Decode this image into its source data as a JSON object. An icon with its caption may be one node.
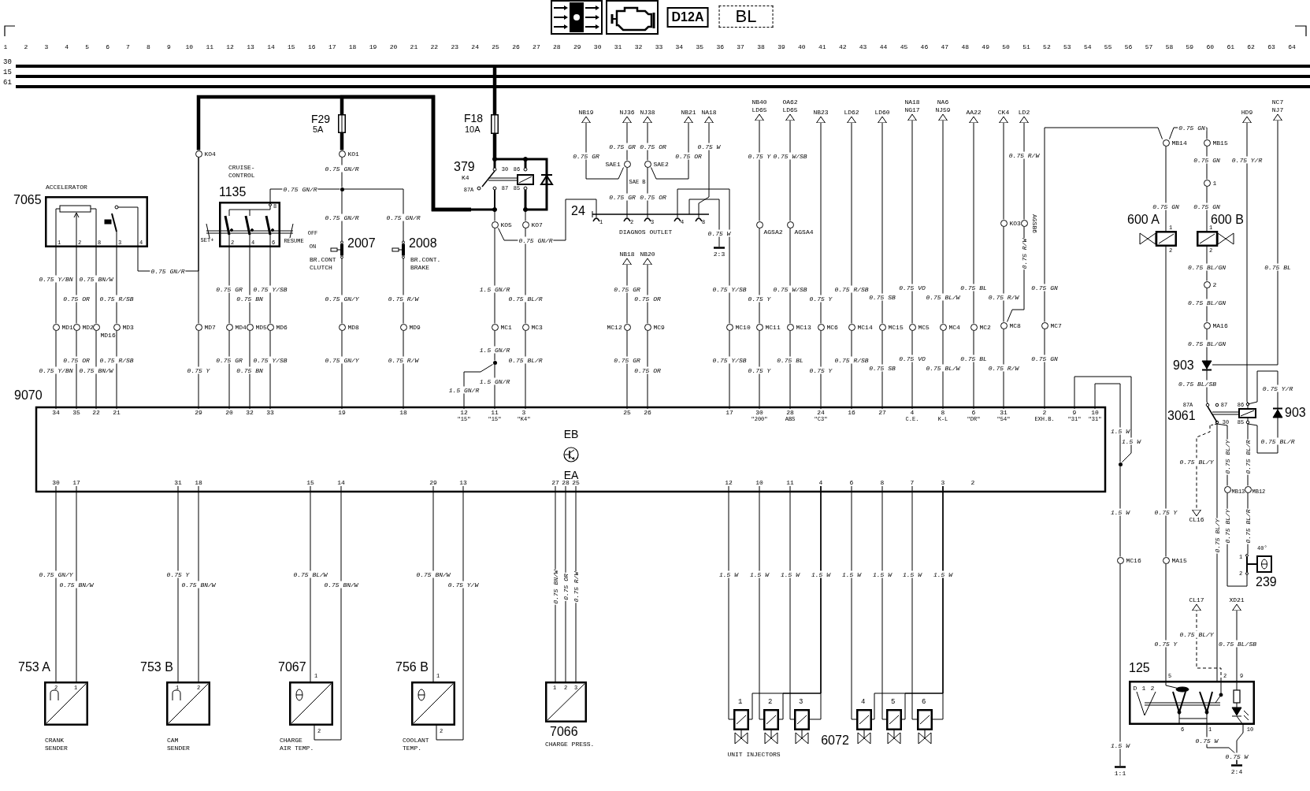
{
  "diagram": {
    "nodes": [
      {
        "text": [
          "30"
        ]
      },
      {
        "text": [
          "15"
        ]
      },
      {
        "text": [
          "61"
        ]
      },
      {
        "text": [
          "7065",
          "ACCELERATOR"
        ]
      },
      {
        "text": [
          "CRUISE-CONTROL",
          "1135"
        ]
      },
      {
        "text": [
          "F29",
          "5A"
        ]
      },
      {
        "text": [
          "KO4"
        ]
      },
      {
        "text": [
          "KO1"
        ]
      },
      {
        "text": [],
        "shape": "circle"
      },
      {
        "text": [
          "2007",
          "BR.CONT CLUTCH"
        ]
      },
      {
        "text": [
          "2008",
          "BR.CONT. BRAKE"
        ]
      },
      {
        "text": [
          "F18",
          "10A"
        ]
      },
      {
        "text": [
          "379",
          "K4"
        ]
      },
      {
        "text": [
          "KO5"
        ]
      },
      {
        "text": [
          "KO7"
        ]
      },
      {
        "text": [
          "NB19"
        ]
      },
      {
        "text": [
          "NJ36"
        ]
      },
      {
        "text": [
          "NJ38"
        ]
      },
      {
        "text": [
          "NB21"
        ]
      },
      {
        "text": [
          "NA18"
        ]
      },
      {
        "text": [
          "SAE1"
        ]
      },
      {
        "text": [
          "SAE2"
        ]
      },
      {
        "text": [
          "24",
          "DIAGNOS OUTLET"
        ]
      },
      {
        "text": [
          "2:3"
        ]
      },
      {
        "text": [
          "NB18"
        ]
      },
      {
        "text": [
          "NB20"
        ]
      },
      {
        "text": [
          "NB40",
          "LD65"
        ]
      },
      {
        "text": [
          "OA62",
          "LD65"
        ]
      },
      {
        "text": [
          "NB23"
        ]
      },
      {
        "text": [
          "LD62"
        ]
      },
      {
        "text": [
          "LD60"
        ]
      },
      {
        "text": [
          "NA18",
          "NG17"
        ]
      },
      {
        "text": [
          "NA6",
          "NJ59"
        ]
      },
      {
        "text": [
          "AA22"
        ]
      },
      {
        "text": [
          "CK4"
        ]
      },
      {
        "text": [
          "LD2"
        ]
      },
      {
        "text": [
          "AGSA2"
        ]
      },
      {
        "text": [
          "AGSA4"
        ]
      },
      {
        "text": [
          "KO3"
        ]
      },
      {
        "text": [
          "AGSB6"
        ]
      },
      {
        "text": [
          "MB14"
        ]
      },
      {
        "text": [
          "MB15"
        ]
      },
      {
        "text": [
          "1"
        ]
      },
      {
        "text": [
          "600 A"
        ]
      },
      {
        "text": [
          "600 B"
        ]
      },
      {
        "text": [
          "2"
        ]
      },
      {
        "text": [
          "MA16"
        ]
      },
      {
        "text": [
          "903"
        ]
      },
      {
        "text": [
          "HD9"
        ]
      },
      {
        "text": [
          "NC7",
          "NJ7"
        ]
      },
      {
        "text": [
          "3061"
        ]
      },
      {
        "text": [
          "903"
        ]
      },
      {
        "text": [
          "MD1"
        ]
      },
      {
        "text": [
          "MD2"
        ]
      },
      {
        "text": [
          "MD16"
        ]
      },
      {
        "text": [
          "MD3"
        ]
      },
      {
        "text": [
          "MD7"
        ]
      },
      {
        "text": [
          "MD4"
        ]
      },
      {
        "text": [
          "MD5"
        ]
      },
      {
        "text": [
          "MD6"
        ]
      },
      {
        "text": [
          "MD8"
        ]
      },
      {
        "text": [
          "MD9"
        ]
      },
      {
        "text": [
          "MC1"
        ]
      },
      {
        "text": [],
        "shape": "circle"
      },
      {
        "text": [
          "MC3"
        ]
      },
      {
        "text": [
          "MC12"
        ]
      },
      {
        "text": [
          "MC9"
        ]
      },
      {
        "text": [
          "MC10"
        ]
      },
      {
        "text": [
          "MC11"
        ]
      },
      {
        "text": [
          "MC13"
        ]
      },
      {
        "text": [
          "MC6"
        ]
      },
      {
        "text": [
          "MC14"
        ]
      },
      {
        "text": [
          "MC15"
        ]
      },
      {
        "text": [
          "MC5"
        ]
      },
      {
        "text": [
          "MC4"
        ]
      },
      {
        "text": [
          "MC2"
        ]
      },
      {
        "text": [
          "MC8"
        ]
      },
      {
        "text": [
          "MC7"
        ]
      },
      {
        "text": [
          "9070"
        ]
      },
      {
        "text": [
          "34"
        ],
        "in": 78
      },
      {
        "text": [
          "35"
        ],
        "in": 78
      },
      {
        "text": [
          "22"
        ],
        "in": 78
      },
      {
        "text": [
          "21"
        ],
        "in": 78
      },
      {
        "text": [
          "29"
        ],
        "in": 78
      },
      {
        "text": [
          "20"
        ],
        "in": 78
      },
      {
        "text": [
          "32"
        ],
        "in": 78
      },
      {
        "text": [
          "33"
        ],
        "in": 78
      },
      {
        "text": [
          "19"
        ],
        "in": 78
      },
      {
        "text": [
          "18"
        ],
        "in": 78
      },
      {
        "text": [
          "12",
          "\"15\""
        ],
        "in": 78
      },
      {
        "text": [
          "11",
          "\"15\""
        ],
        "in": 78
      },
      {
        "text": [
          "3",
          "\"K4\""
        ],
        "in": 78
      },
      {
        "text": [
          "25"
        ],
        "in": 78
      },
      {
        "text": [
          "26"
        ],
        "in": 78
      },
      {
        "text": [
          "17"
        ],
        "in": 78
      },
      {
        "text": [
          "30",
          "\"200\""
        ],
        "in": 78
      },
      {
        "text": [
          "28",
          "ABS"
        ],
        "in": 78
      },
      {
        "text": [
          "24",
          "\"C3\""
        ],
        "in": 78
      },
      {
        "text": [
          "16"
        ],
        "in": 78
      },
      {
        "text": [
          "27"
        ],
        "in": 78
      },
      {
        "text": [
          "4",
          "C.E."
        ],
        "in": 78
      },
      {
        "text": [
          "8",
          "K-L"
        ],
        "in": 78
      },
      {
        "text": [
          "6",
          "\"DR\""
        ],
        "in": 78
      },
      {
        "text": [
          "31",
          "\"54\""
        ],
        "in": 78
      },
      {
        "text": [
          "2",
          "EXH.B."
        ],
        "in": 78
      },
      {
        "text": [
          "9",
          "\"31\""
        ],
        "in": 78
      },
      {
        "text": [
          "10",
          "\"31\""
        ],
        "in": 78
      },
      {
        "text": [
          "30"
        ],
        "in": 78
      },
      {
        "text": [
          "17"
        ],
        "in": 78
      },
      {
        "text": [
          "31"
        ],
        "in": 78
      },
      {
        "text": [
          "18"
        ],
        "in": 78
      },
      {
        "text": [
          "15"
        ],
        "in": 78
      },
      {
        "text": [
          "14"
        ],
        "in": 78
      },
      {
        "text": [
          "29"
        ],
        "in": 78
      },
      {
        "text": [
          "13"
        ],
        "in": 78
      },
      {
        "text": [
          "27"
        ],
        "in": 78
      },
      {
        "text": [
          "28"
        ],
        "in": 78
      },
      {
        "text": [
          "25"
        ],
        "in": 78
      },
      {
        "text": [
          "12"
        ],
        "in": 78
      },
      {
        "text": [
          "10"
        ],
        "in": 78
      },
      {
        "text": [
          "11"
        ],
        "in": 78
      },
      {
        "text": [
          "4"
        ],
        "in": 78
      },
      {
        "text": [
          "6"
        ],
        "in": 78
      },
      {
        "text": [
          "8"
        ],
        "in": 78
      },
      {
        "text": [
          "7"
        ],
        "in": 78
      },
      {
        "text": [
          "3"
        ],
        "in": 78
      },
      {
        "text": [
          "2"
        ],
        "in": 78
      },
      {
        "text": [],
        "shape": "circle"
      },
      {
        "text": [
          "MC16"
        ]
      },
      {
        "text": [
          "1:1"
        ]
      },
      {
        "text": [
          "MB13"
        ]
      },
      {
        "text": [
          "MB12"
        ]
      },
      {
        "text": [
          "CL16"
        ]
      },
      {
        "text": [
          "40°",
          "239"
        ]
      },
      {
        "text": [
          "MA15"
        ]
      },
      {
        "text": [
          "CL17"
        ]
      },
      {
        "text": [
          "XD21"
        ]
      },
      {
        "text": [
          "125"
        ]
      },
      {
        "text": [
          "2:4"
        ]
      },
      {
        "text": [
          "753 A",
          "CRANK SENDER"
        ]
      },
      {
        "text": [
          "753 B",
          "CAM SENDER"
        ]
      },
      {
        "text": [
          "7067",
          "CHARGE AIR TEMP."
        ]
      },
      {
        "text": [
          "756 B",
          "COOLANT TEMP."
        ]
      },
      {
        "text": [
          "7066",
          "CHARGE PRESS."
        ]
      },
      {
        "text": [
          "1"
        ]
      },
      {
        "text": [
          "2"
        ]
      },
      {
        "text": [
          "3"
        ]
      },
      {
        "text": [
          "4"
        ]
      },
      {
        "text": [
          "5"
        ]
      },
      {
        "text": [
          "6"
        ]
      }
    ],
    "edges": [
      {
        "from": 0,
        "to": 11,
        "arrow": "none",
        "style": "thick"
      },
      {
        "from": 11,
        "to": 12,
        "arrow": "none",
        "style": "thick"
      },
      {
        "from": 12,
        "to": 6,
        "arrow": "none",
        "style": "thick"
      },
      {
        "from": 12,
        "to": 5,
        "arrow": "none",
        "style": "thick"
      },
      {
        "from": 5,
        "to": 7,
        "arrow": "none",
        "style": "thick"
      },
      {
        "from": 7,
        "to": 8,
        "arrow": "none",
        "label": "0.75 GN/R"
      },
      {
        "from": 8,
        "to": 4,
        "arrow": "none",
        "label": "0.75 GN/R"
      },
      {
        "from": 8,
        "to": 9,
        "arrow": "none",
        "label": "0.75 GN/R"
      },
      {
        "from": 8,
        "to": 10,
        "arrow": "none",
        "label": "0.75 GN/R"
      },
      {
        "from": 3,
        "to": 6,
        "arrow": "none",
        "label": "0.75 GN/R"
      },
      {
        "from": 3,
        "to": 52,
        "arrow": "none",
        "label": "0.75 Y/BN"
      },
      {
        "from": 3,
        "to": 53,
        "arrow": "none",
        "label": "0.75 OR"
      },
      {
        "from": 3,
        "to": 54,
        "arrow": "none",
        "label": "0.75 BN/W"
      },
      {
        "from": 3,
        "to": 55,
        "arrow": "none",
        "label": "0.75 R/SB"
      },
      {
        "from": 6,
        "to": 56,
        "arrow": "none"
      },
      {
        "from": 4,
        "to": 57,
        "arrow": "none",
        "label": "0.75 GR"
      },
      {
        "from": 4,
        "to": 58,
        "arrow": "none",
        "label": "0.75 BN"
      },
      {
        "from": 4,
        "to": 59,
        "arrow": "none",
        "label": "0.75 Y/SB"
      },
      {
        "from": 9,
        "to": 60,
        "arrow": "none",
        "label": "0.75 GN/Y"
      },
      {
        "from": 10,
        "to": 61,
        "arrow": "none",
        "label": "0.75 R/W"
      },
      {
        "from": 52,
        "to": 79,
        "arrow": "none",
        "label": "0.75 Y/BN"
      },
      {
        "from": 53,
        "to": 80,
        "arrow": "none",
        "label": "0.75 OR"
      },
      {
        "from": 54,
        "to": 81,
        "arrow": "none",
        "label": "0.75 BN/W"
      },
      {
        "from": 55,
        "to": 82,
        "arrow": "none",
        "label": "0.75 R/SB"
      },
      {
        "from": 56,
        "to": 83,
        "arrow": "none",
        "label": "0.75 Y"
      },
      {
        "from": 57,
        "to": 84,
        "arrow": "none",
        "label": "0.75 GR"
      },
      {
        "from": 58,
        "to": 85,
        "arrow": "none",
        "label": "0.75 BN"
      },
      {
        "from": 59,
        "to": 86,
        "arrow": "none",
        "label": "0.75 Y/SB"
      },
      {
        "from": 60,
        "to": 87,
        "arrow": "none",
        "label": "0.75 GN/Y"
      },
      {
        "from": 61,
        "to": 88,
        "arrow": "none",
        "label": "0.75 R/W"
      },
      {
        "from": 12,
        "to": 13,
        "arrow": "none"
      },
      {
        "from": 12,
        "to": 14,
        "arrow": "none"
      },
      {
        "from": 13,
        "to": 22,
        "arrow": "none",
        "label": "0.75 GN/R"
      },
      {
        "from": 13,
        "to": 62,
        "arrow": "none",
        "label": "1.5 GN/R"
      },
      {
        "from": 14,
        "to": 64,
        "arrow": "none",
        "label": "0.75 BL/R"
      },
      {
        "from": 62,
        "to": 63,
        "arrow": "none",
        "label": "1.5 GN/R"
      },
      {
        "from": 63,
        "to": 90,
        "arrow": "none",
        "label": "1.5 GN/R"
      },
      {
        "from": 63,
        "to": 89,
        "arrow": "none",
        "label": "1.5 GN/R"
      },
      {
        "from": 64,
        "to": 91,
        "arrow": "none",
        "label": "0.75 BL/R"
      },
      {
        "from": 20,
        "to": 15,
        "arrow": "to",
        "label": "0.75 GR"
      },
      {
        "from": 20,
        "to": 16,
        "arrow": "to",
        "label": "0.75 GR"
      },
      {
        "from": 21,
        "to": 17,
        "arrow": "to",
        "label": "0.75 OR"
      },
      {
        "from": 21,
        "to": 18,
        "arrow": "to",
        "label": "0.75 OR"
      },
      {
        "from": 22,
        "to": 20,
        "arrow": "none",
        "label": "0.75 GR"
      },
      {
        "from": 22,
        "to": 21,
        "arrow": "none",
        "label": "0.75 OR"
      },
      {
        "from": 22,
        "to": 19,
        "arrow": "to",
        "label": "0.75 W"
      },
      {
        "from": 22,
        "to": 23,
        "arrow": "none",
        "label": "0.75 W"
      },
      {
        "from": 22,
        "to": 67,
        "arrow": "none",
        "label": "0.75 Y/SB"
      },
      {
        "from": 65,
        "to": 24,
        "arrow": "to",
        "label": "0.75 GR"
      },
      {
        "from": 66,
        "to": 25,
        "arrow": "to",
        "label": "0.75 OR"
      },
      {
        "from": 65,
        "to": 92,
        "arrow": "none",
        "label": "0.75 GR"
      },
      {
        "from": 66,
        "to": 93,
        "arrow": "none",
        "label": "0.75 OR"
      },
      {
        "from": 67,
        "to": 94,
        "arrow": "none",
        "label": "0.75 Y/SB"
      },
      {
        "from": 36,
        "to": 26,
        "arrow": "to",
        "label": "0.75 Y"
      },
      {
        "from": 36,
        "to": 68,
        "arrow": "none",
        "label": "0.75 Y"
      },
      {
        "from": 68,
        "to": 95,
        "arrow": "none",
        "label": "0.75 Y"
      },
      {
        "from": 37,
        "to": 27,
        "arrow": "to",
        "label": "0.75 W/SB"
      },
      {
        "from": 37,
        "to": 69,
        "arrow": "none",
        "label": "0.75 W/SB"
      },
      {
        "from": 69,
        "to": 96,
        "arrow": "none",
        "label": "0.75 BL"
      },
      {
        "from": 70,
        "to": 28,
        "arrow": "to",
        "label": "0.75 Y"
      },
      {
        "from": 70,
        "to": 97,
        "arrow": "none",
        "label": "0.75 Y"
      },
      {
        "from": 71,
        "to": 29,
        "arrow": "to",
        "label": "0.75 R/SB"
      },
      {
        "from": 71,
        "to": 98,
        "arrow": "none",
        "label": "0.75 R/SB"
      },
      {
        "from": 72,
        "to": 30,
        "arrow": "to",
        "label": "0.75 SB"
      },
      {
        "from": 72,
        "to": 99,
        "arrow": "none",
        "label": "0.75 SB"
      },
      {
        "from": 73,
        "to": 31,
        "arrow": "to",
        "label": "0.75 VO"
      },
      {
        "from": 73,
        "to": 100,
        "arrow": "none",
        "label": "0.75 VO"
      },
      {
        "from": 74,
        "to": 32,
        "arrow": "to",
        "label": "0.75 BL/W"
      },
      {
        "from": 74,
        "to": 101,
        "arrow": "none",
        "label": "0.75 BL/W"
      },
      {
        "from": 75,
        "to": 33,
        "arrow": "to",
        "label": "0.75 BL"
      },
      {
        "from": 75,
        "to": 102,
        "arrow": "none",
        "label": "0.75 BL"
      },
      {
        "from": 38,
        "to": 34,
        "arrow": "to"
      },
      {
        "from": 38,
        "to": 76,
        "arrow": "none",
        "label": "0.75 R/W"
      },
      {
        "from": 39,
        "to": 35,
        "arrow": "to",
        "label": "0.75 R/W"
      },
      {
        "from": 39,
        "to": 76,
        "arrow": "none",
        "label": "0.75 R/W"
      },
      {
        "from": 76,
        "to": 103,
        "arrow": "none",
        "label": "0.75 R/W"
      },
      {
        "from": 77,
        "to": 40,
        "arrow": "none",
        "label": "0.75 GN"
      },
      {
        "from": 40,
        "to": 41,
        "arrow": "none",
        "label": "0.75 GN"
      },
      {
        "from": 77,
        "to": 104,
        "arrow": "none",
        "label": "0.75 GN"
      },
      {
        "from": 40,
        "to": 43,
        "arrow": "none",
        "label": "0.75 GN"
      },
      {
        "from": 41,
        "to": 42,
        "arrow": "none",
        "label": "0.75 GN"
      },
      {
        "from": 42,
        "to": 44,
        "arrow": "none",
        "label": "0.75 GN"
      },
      {
        "from": 44,
        "to": 45,
        "arrow": "none",
        "label": "0.75 BL/GN"
      },
      {
        "from": 45,
        "to": 46,
        "arrow": "none",
        "label": "0.75 BL/GN"
      },
      {
        "from": 46,
        "to": 47,
        "arrow": "none",
        "label": "0.75 BL/GN"
      },
      {
        "from": 47,
        "to": 50,
        "arrow": "none",
        "label": "0.75 BL/SB"
      },
      {
        "from": 47,
        "to": 49,
        "arrow": "to",
        "label": "0.75 BL"
      },
      {
        "from": 50,
        "to": 48,
        "arrow": "to",
        "label": "0.75 Y/R"
      },
      {
        "from": 50,
        "to": 51,
        "arrow": "none",
        "label": "0.75 Y/R"
      },
      {
        "from": 51,
        "to": 50,
        "arrow": "none",
        "label": "0.75 BL/R"
      },
      {
        "from": 43,
        "to": 134,
        "arrow": "none",
        "label": "0.75 Y"
      },
      {
        "from": 134,
        "to": 137,
        "arrow": "none",
        "label": "0.75 Y"
      },
      {
        "from": 50,
        "to": 132,
        "arrow": "to",
        "style": "dashed",
        "label": "0.75 BL/Y"
      },
      {
        "from": 50,
        "to": 137,
        "arrow": "none",
        "label": "0.75 BL/Y"
      },
      {
        "from": 50,
        "to": 130,
        "arrow": "none",
        "label": "0.75 BL/Y"
      },
      {
        "from": 130,
        "to": 133,
        "arrow": "none",
        "label": "0.75 BL/Y"
      },
      {
        "from": 50,
        "to": 131,
        "arrow": "none",
        "label": "0.75 BL/R"
      },
      {
        "from": 131,
        "to": 133,
        "arrow": "none",
        "label": "0.75 BL/R"
      },
      {
        "from": 137,
        "to": 135,
        "arrow": "to",
        "style": "dashed",
        "label": "0.75 BL/Y"
      },
      {
        "from": 137,
        "to": 136,
        "arrow": "to",
        "label": "0.75 BL/SB"
      },
      {
        "from": 137,
        "to": 138,
        "arrow": "none",
        "label": "0.75 W"
      },
      {
        "from": 137,
        "to": 138,
        "arrow": "none",
        "label": "0.75 W"
      },
      {
        "from": 106,
        "to": 127,
        "arrow": "none",
        "label": "1.5 W"
      },
      {
        "from": 105,
        "to": 127,
        "arrow": "none",
        "label": "1.5 W"
      },
      {
        "from": 127,
        "to": 128,
        "arrow": "none",
        "label": "1.5 W"
      },
      {
        "from": 128,
        "to": 129,
        "arrow": "none",
        "label": "1.5 W"
      },
      {
        "from": 107,
        "to": 139,
        "arrow": "none",
        "label": "0.75 GN/Y"
      },
      {
        "from": 108,
        "to": 139,
        "arrow": "none",
        "label": "0.75 BN/W"
      },
      {
        "from": 109,
        "to": 140,
        "arrow": "none",
        "label": "0.75 Y"
      },
      {
        "from": 110,
        "to": 140,
        "arrow": "none",
        "label": "0.75 BN/W"
      },
      {
        "from": 111,
        "to": 141,
        "arrow": "none",
        "label": "0.75 BL/W"
      },
      {
        "from": 112,
        "to": 141,
        "arrow": "none",
        "label": "0.75 BN/W"
      },
      {
        "from": 113,
        "to": 142,
        "arrow": "none",
        "label": "0.75 BN/W"
      },
      {
        "from": 114,
        "to": 142,
        "arrow": "none",
        "label": "0.75 Y/W"
      },
      {
        "from": 115,
        "to": 143,
        "arrow": "none",
        "label": "0.75 BN/W"
      },
      {
        "from": 116,
        "to": 143,
        "arrow": "none",
        "label": "0.75 OR"
      },
      {
        "from": 117,
        "to": 143,
        "arrow": "none",
        "label": "0.75 R/W"
      },
      {
        "from": 118,
        "to": 144,
        "arrow": "none",
        "label": "1.5 W"
      },
      {
        "from": 119,
        "to": 145,
        "arrow": "none",
        "label": "1.5 W"
      },
      {
        "from": 120,
        "to": 146,
        "arrow": "none",
        "label": "1.5 W"
      },
      {
        "from": 121,
        "to": 144,
        "arrow": "none",
        "label": "1.5 W"
      },
      {
        "from": 121,
        "to": 145,
        "arrow": "none"
      },
      {
        "from": 121,
        "to": 146,
        "arrow": "none"
      },
      {
        "from": 122,
        "to": 147,
        "arrow": "none",
        "label": "1.5 W"
      },
      {
        "from": 123,
        "to": 148,
        "arrow": "none",
        "label": "1.5 W"
      },
      {
        "from": 124,
        "to": 149,
        "arrow": "none",
        "label": "1.5 W"
      },
      {
        "from": 125,
        "to": 147,
        "arrow": "none",
        "label": "1.5 W"
      },
      {
        "from": 125,
        "to": 148,
        "arrow": "none"
      },
      {
        "from": 125,
        "to": 149,
        "arrow": "none"
      }
    ],
    "labels": [
      "1",
      "2",
      "3",
      "4",
      "5",
      "6",
      "7",
      "8",
      "9",
      "10",
      "11",
      "12",
      "13",
      "14",
      "15",
      "16",
      "17",
      "18",
      "19",
      "20",
      "21",
      "22",
      "23",
      "24",
      "25",
      "26",
      "27",
      "28",
      "29",
      "30",
      "31",
      "32",
      "33",
      "34",
      "35",
      "36",
      "37",
      "38",
      "39",
      "40",
      "41",
      "42",
      "43",
      "44",
      "45",
      "46",
      "47",
      "48",
      "49",
      "50",
      "51",
      "52",
      "53",
      "54",
      "55",
      "56",
      "57",
      "58",
      "59",
      "60",
      "61",
      "62",
      "63",
      "64",
      "D12A",
      "BL",
      "SET+",
      "RESUME",
      "OFF",
      "ON",
      "1",
      "2",
      "8",
      "3",
      "4",
      "8",
      "2",
      "4",
      "6",
      "30",
      "86",
      "87A",
      "87",
      "85",
      "1",
      "2",
      "3",
      "4",
      "8",
      "SAE B",
      "1",
      "2",
      "1",
      "2",
      "87A",
      "87",
      "86",
      "30",
      "85",
      "EB",
      "EA",
      "2",
      "1",
      "1",
      "2",
      "1",
      "2",
      "1",
      "2",
      "1",
      "2",
      "3",
      "UNIT INJECTORS",
      "6072",
      "1",
      "2",
      "5",
      "2",
      "9",
      "6",
      "1",
      "10",
      "D",
      "1",
      "2"
    ]
  }
}
